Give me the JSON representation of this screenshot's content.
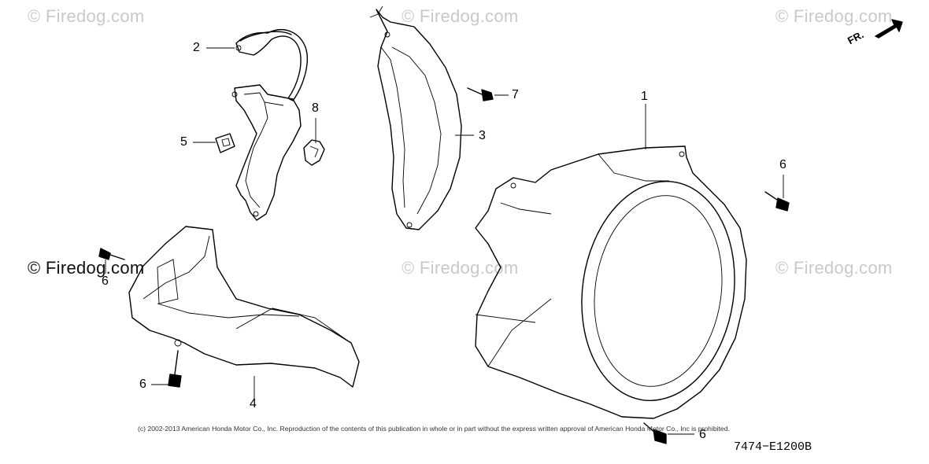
{
  "watermarks": [
    "© Firedog.com",
    "© Firedog.com",
    "© Firedog.com",
    "© Firedog.com",
    "© Firedog.com",
    "© Firedog.com"
  ],
  "callouts": {
    "c1": "1",
    "c2": "2",
    "c3": "3",
    "c4": "4",
    "c5": "5",
    "c6a": "6",
    "c6b": "6",
    "c6c": "6",
    "c6d": "6",
    "c7": "7",
    "c8": "8"
  },
  "direction_label": "FR.",
  "copyright": "(c) 2002-2013 American Honda Motor Co., Inc. Reproduction of the contents of this publication in whole or in part without the express written approval of American Honda Motor Co., Inc is prohibited.",
  "diagram_code": "7474−E1200B"
}
